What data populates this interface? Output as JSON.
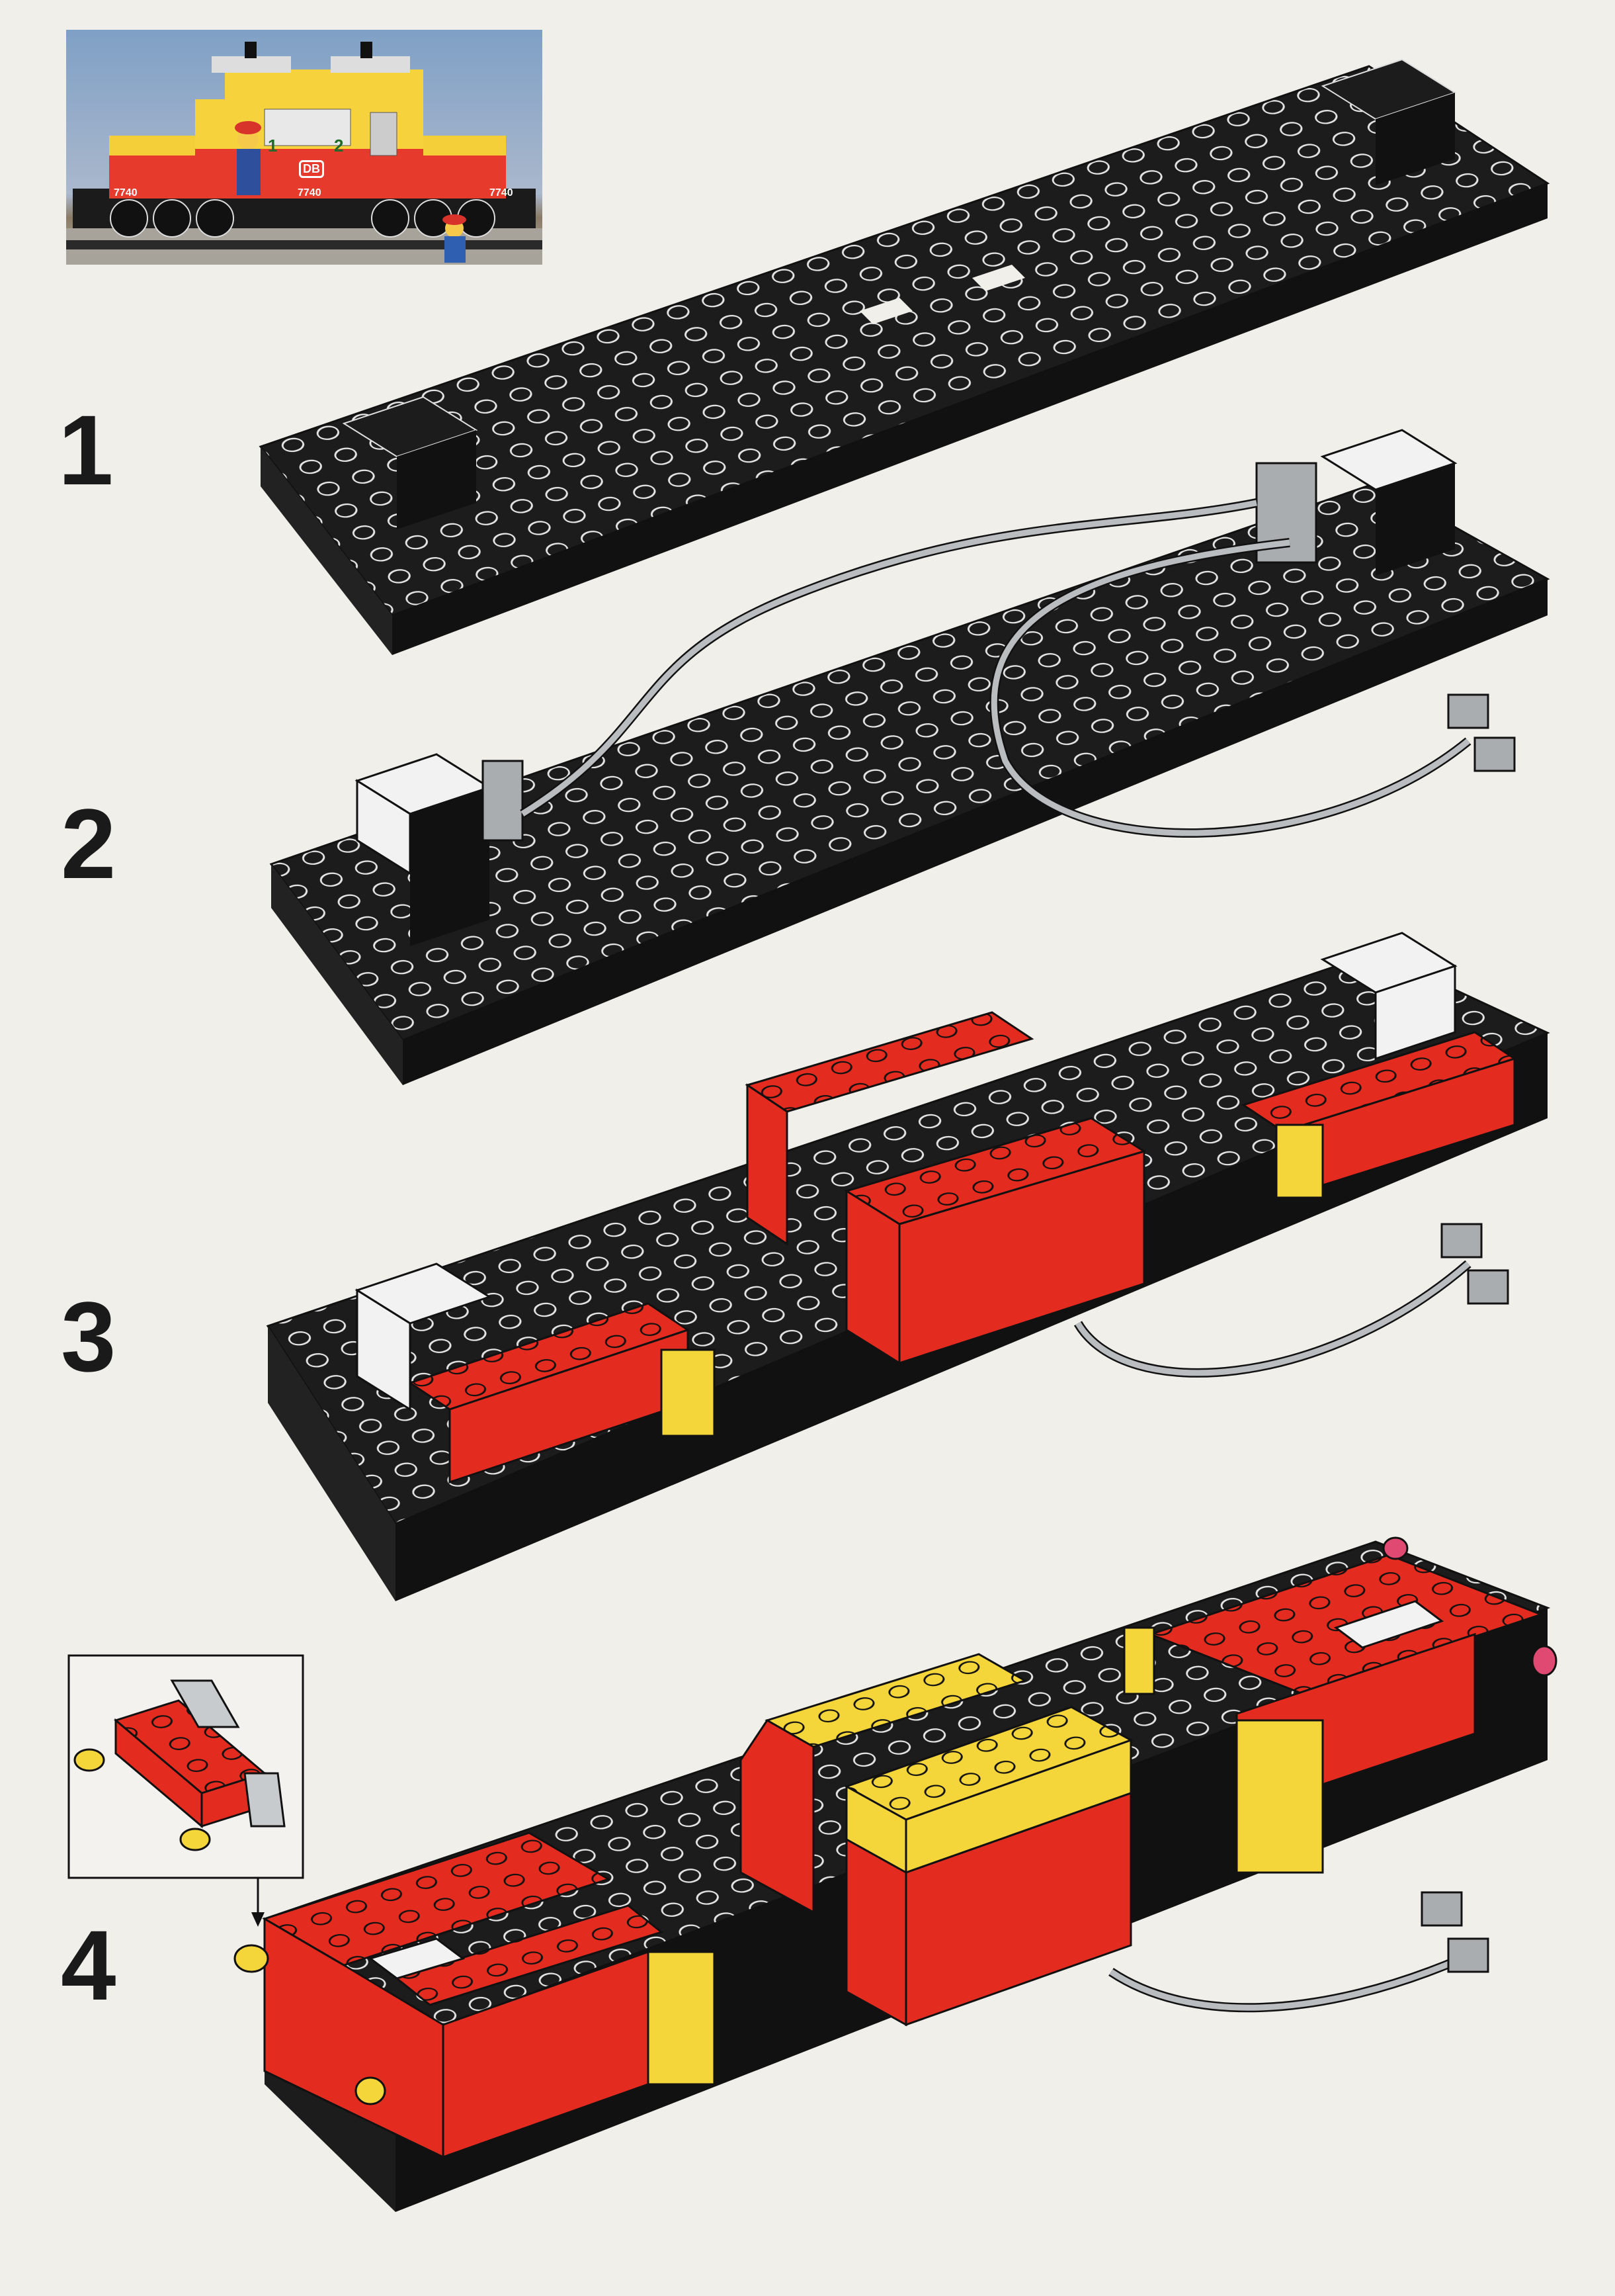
{
  "photo": {
    "model_number": "7740",
    "logo_text": "DB",
    "cab_numbers": [
      "1",
      "2"
    ]
  },
  "steps": [
    {
      "number": "1"
    },
    {
      "number": "2"
    },
    {
      "number": "3"
    },
    {
      "number": "4"
    }
  ],
  "colors": {
    "black_brick": "#1c1c1c",
    "red_brick": "#e32b1f",
    "yellow_brick": "#f4d53a",
    "white_brick": "#f2f2f2",
    "grey_part": "#a9adb0"
  }
}
